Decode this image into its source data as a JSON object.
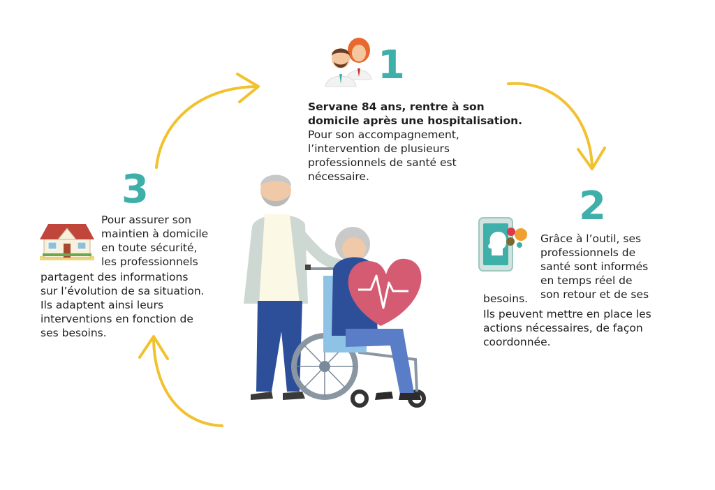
{
  "steps": [
    {
      "number": "1",
      "headline": "Servane 84 ans, rentre à son\ndomicile après une hospitalisation.",
      "text": "Pour son accompagnement,\nl’intervention de plusieurs\nprofessionnels de santé est\nnécessaire.",
      "icon": "doctors-icon"
    },
    {
      "number": "2",
      "text_a": "Grâce à l’outil, ses\nprofessionnels de\nsanté sont informés\nen temps réel de\nson retour et de ses",
      "text_b": "besoins.",
      "text_c": "Ils peuvent mettre en place les\nactions nécessaires, de façon\ncoordonnée.",
      "icon": "tablet-app-icon"
    },
    {
      "number": "3",
      "text_a": "Pour assurer son\nmaintien à domicile\nen toute sécurité,\nles professionnels",
      "text_b": "partagent des informations\nsur l’évolution de sa situation.\nIls adaptent ainsi leurs\ninterventions en fonction de\nses besoins.",
      "icon": "house-icon"
    }
  ],
  "colors": {
    "accent_teal": "#3fb0a9",
    "arrow_yellow": "#f2c12e",
    "heart_pink": "#d45b72",
    "wheelchair_blue": "#8fc3e6"
  }
}
